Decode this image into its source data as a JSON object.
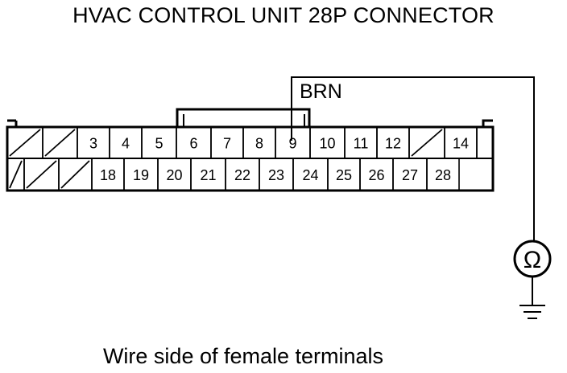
{
  "title": "HVAC CONTROL UNIT 28P CONNECTOR",
  "caption": "Wire side of female terminals",
  "wire_color": "BRN",
  "meter_symbol": "Ω",
  "meter_icon": "ohmmeter-icon",
  "ground_icon": "ground-icon",
  "connector": {
    "top_row": [
      {
        "label": "",
        "unused": true
      },
      {
        "label": "",
        "unused": true
      },
      {
        "label": "3"
      },
      {
        "label": "4"
      },
      {
        "label": "5"
      },
      {
        "label": "6"
      },
      {
        "label": "7"
      },
      {
        "label": "8"
      },
      {
        "label": "9"
      },
      {
        "label": "10"
      },
      {
        "label": "11"
      },
      {
        "label": "12"
      },
      {
        "label": "",
        "unused": true
      },
      {
        "label": "14"
      },
      {
        "label": ""
      }
    ],
    "bottom_row": [
      {
        "label": "",
        "unused": true
      },
      {
        "label": "",
        "unused": true
      },
      {
        "label": "",
        "unused": true
      },
      {
        "label": "18"
      },
      {
        "label": "19"
      },
      {
        "label": "20"
      },
      {
        "label": "21"
      },
      {
        "label": "22"
      },
      {
        "label": "23"
      },
      {
        "label": "24"
      },
      {
        "label": "25"
      },
      {
        "label": "26"
      },
      {
        "label": "27"
      },
      {
        "label": "28"
      }
    ],
    "probe_terminal": "9"
  }
}
